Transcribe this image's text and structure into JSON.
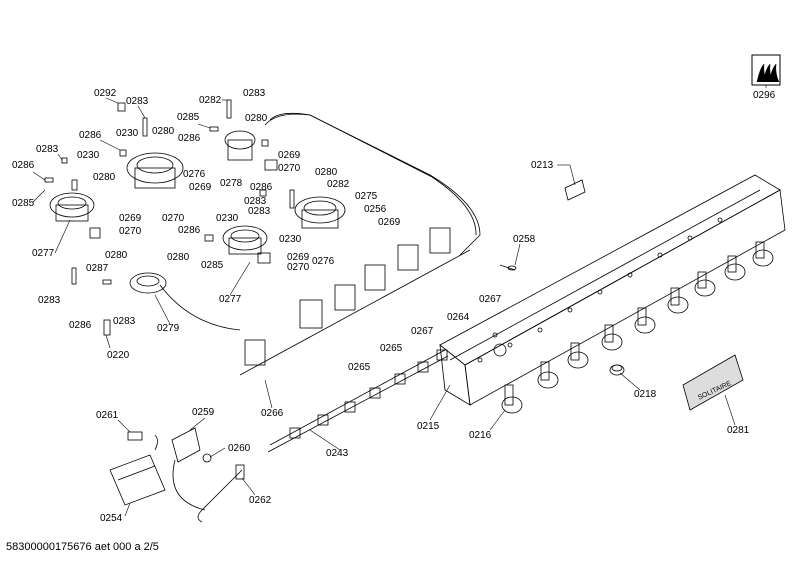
{
  "document_id": "58300000175676 aet 000 a 2/5",
  "labels": {
    "l0292": "0292",
    "l0283a": "0283",
    "l0282": "0282",
    "l0283b": "0283",
    "l0285a": "0285",
    "l0280a": "0280",
    "l0286a": "0286",
    "l0230a": "0230",
    "l0286b": "0286",
    "l0283c": "0283",
    "l0230b": "0230",
    "l0286c": "0286",
    "l0280b": "0280",
    "l0285b": "0285",
    "l0276a": "0276",
    "l0269a": "0269",
    "l0270a": "0270",
    "l0278": "0278",
    "l0280c": "0280",
    "l0282b": "0282",
    "l0286d": "0286",
    "l0269b": "0269",
    "l0275": "0275",
    "l0283d": "0283",
    "l0256": "0256",
    "l0269c": "0269",
    "l0270b": "0270",
    "l0230c": "0230",
    "l0269d": "0269",
    "l0270c": "0270",
    "l0286e": "0286",
    "l0230d": "0230",
    "l0280d": "0280",
    "l0285c": "0285",
    "l0269e": "0269",
    "l0270d": "0270",
    "l0276b": "0276",
    "l0277a": "0277",
    "l0280e": "0280",
    "l0287": "0287",
    "l0283e": "0283",
    "l0286f": "0286",
    "l0283f": "0283",
    "l0220": "0220",
    "l0279": "0279",
    "l0277b": "0277",
    "l0213": "0213",
    "l0296": "0296",
    "l0258": "0258",
    "l0267a": "0267",
    "l0264": "0264",
    "l0267b": "0267",
    "l0265a": "0265",
    "l0265b": "0265",
    "l0266": "0266",
    "l0218": "0218",
    "l0215": "0215",
    "l0216": "0216",
    "l0281": "0281",
    "l0261": "0261",
    "l0259": "0259",
    "l0260": "0260",
    "l0243": "0243",
    "l0262": "0262",
    "l0254": "0254"
  },
  "badge_text": "SOLITAIRE"
}
